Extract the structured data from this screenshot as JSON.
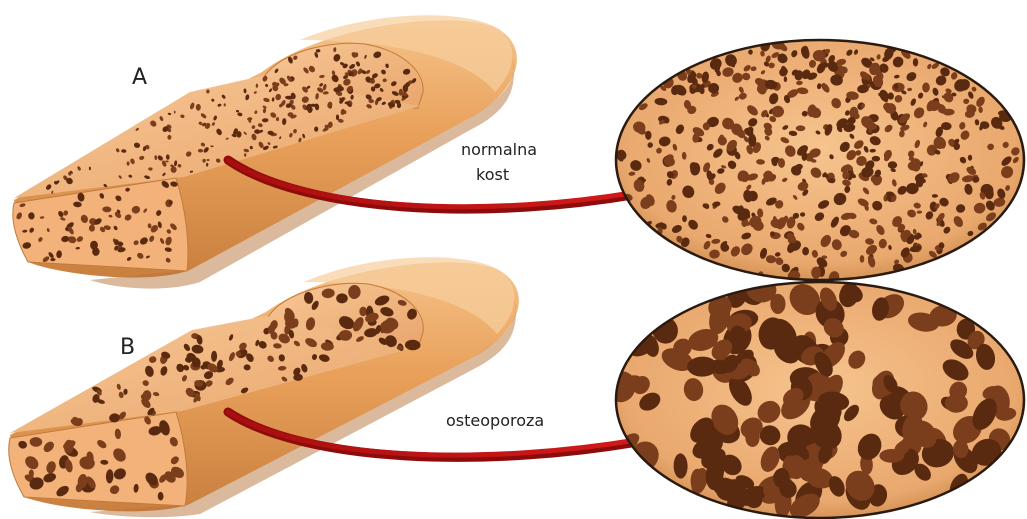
{
  "panels": [
    {
      "letter": "A",
      "caption": "normalna kost",
      "caption_lines": [
        "normalna",
        "kost"
      ],
      "pore_density": "dense-small"
    },
    {
      "letter": "B",
      "caption": "osteoporoza",
      "caption_lines": [
        "osteoporoza"
      ],
      "pore_density": "sparse-large"
    }
  ],
  "colors": {
    "bone_surface": "#E8A05A",
    "bone_highlight": "#F4C184",
    "bone_shadow": "#C47A3A",
    "cut_face": "#F0B27C",
    "pore": "#7A3E1C",
    "pore_dark": "#5A2A10",
    "arrow": "#C41414",
    "arrow_dark": "#8A0A0A",
    "circle_edge": "#2A1A10"
  }
}
